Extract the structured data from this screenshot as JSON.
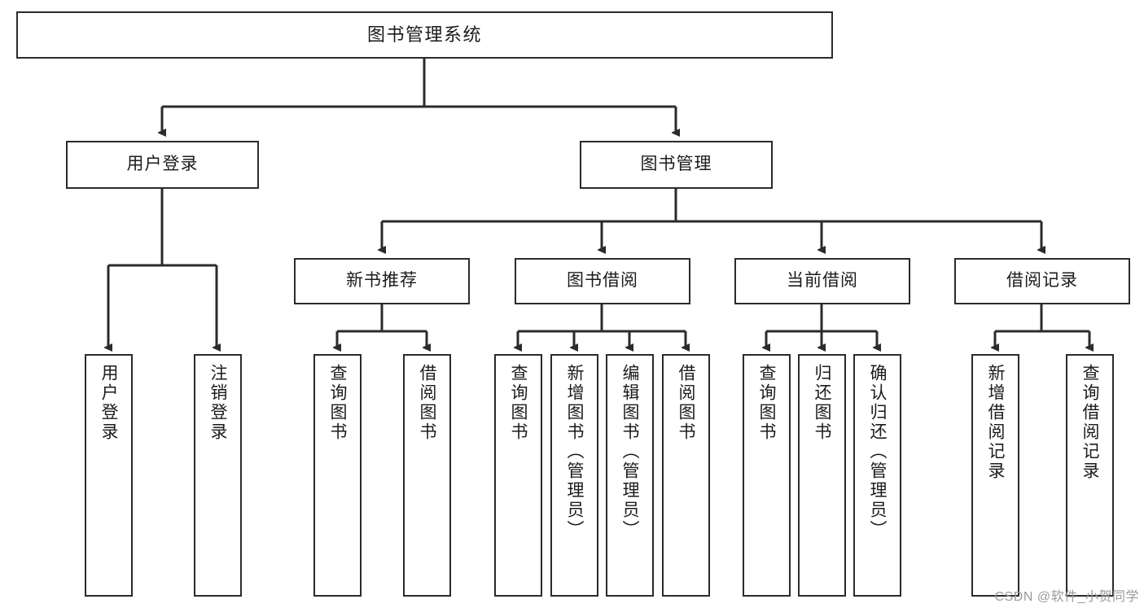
{
  "diagram": {
    "title": "图书管理系统",
    "type": "tree",
    "watermark": "CSDN @软件_小贺同学",
    "colors": {
      "stroke": "#2b2b2b",
      "fill": "#ffffff",
      "text": "#1b1b1b",
      "watermark": "#9a9a9a"
    },
    "nodes": {
      "root": {
        "label": "图书管理系统"
      },
      "level2": [
        {
          "id": "user-login",
          "label": "用户登录"
        },
        {
          "id": "book-manage",
          "label": "图书管理"
        }
      ],
      "level3": [
        {
          "id": "new-book-recommend",
          "label": "新书推荐"
        },
        {
          "id": "book-borrow",
          "label": "图书借阅"
        },
        {
          "id": "current-borrow",
          "label": "当前借阅"
        },
        {
          "id": "borrow-record",
          "label": "借阅记录"
        }
      ],
      "leaves": {
        "user-login": [
          {
            "id": "leaf-user-login",
            "label": "用户登录"
          },
          {
            "id": "leaf-user-logout",
            "label": "注销登录"
          }
        ],
        "new-book-recommend": [
          {
            "id": "leaf-query-book-1",
            "label": "查询图书"
          },
          {
            "id": "leaf-borrow-book-1",
            "label": "借阅图书"
          }
        ],
        "book-borrow": [
          {
            "id": "leaf-query-book-2",
            "label": "查询图书"
          },
          {
            "id": "leaf-add-book",
            "label": "新增图书（管理员）"
          },
          {
            "id": "leaf-edit-book",
            "label": "编辑图书（管理员）"
          },
          {
            "id": "leaf-borrow-book-2",
            "label": "借阅图书"
          }
        ],
        "current-borrow": [
          {
            "id": "leaf-query-book-3",
            "label": "查询图书"
          },
          {
            "id": "leaf-return-book",
            "label": "归还图书"
          },
          {
            "id": "leaf-confirm-return",
            "label": "确认归还（管理员）"
          }
        ],
        "borrow-record": [
          {
            "id": "leaf-add-record",
            "label": "新增借阅记录"
          },
          {
            "id": "leaf-query-record",
            "label": "查询借阅记录"
          }
        ]
      }
    }
  }
}
